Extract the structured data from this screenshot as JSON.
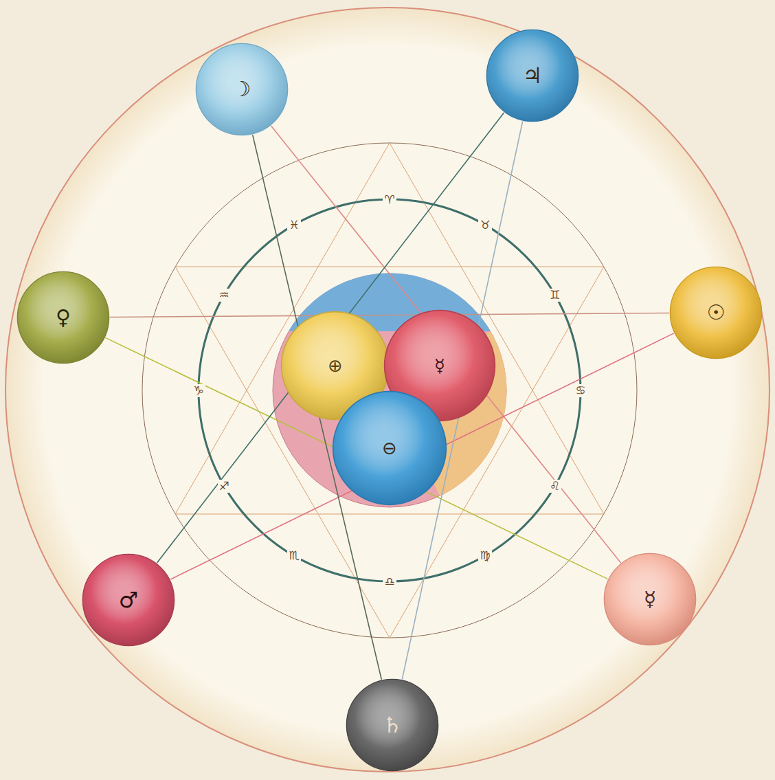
{
  "diagram": {
    "nodes": [
      {
        "text": [
          "☽"
        ]
      },
      {
        "text": [
          "♃"
        ]
      },
      {
        "text": [
          "☉"
        ]
      },
      {
        "text": [
          "☿"
        ]
      },
      {
        "text": [
          "♄"
        ]
      },
      {
        "text": [
          "♂"
        ]
      },
      {
        "text": [
          "♀"
        ]
      },
      {
        "text": [
          "⊕"
        ]
      },
      {
        "text": [
          "☿"
        ]
      },
      {
        "text": [
          "⊖"
        ]
      }
    ],
    "edges": [
      {
        "from": 0,
        "to": 3,
        "arrow": "none"
      },
      {
        "from": 3,
        "to": 6,
        "arrow": "none"
      },
      {
        "from": 6,
        "to": 2,
        "arrow": "none"
      },
      {
        "from": 2,
        "to": 5,
        "arrow": "none"
      },
      {
        "from": 5,
        "to": 1,
        "arrow": "none"
      },
      {
        "from": 1,
        "to": 4,
        "arrow": "none"
      },
      {
        "from": 4,
        "to": 0,
        "arrow": "none"
      }
    ],
    "labels": [
      "♈",
      "♉",
      "♊",
      "♋",
      "♌",
      "♍",
      "♎",
      "♏",
      "♐",
      "♑",
      "♒",
      "♓"
    ]
  }
}
